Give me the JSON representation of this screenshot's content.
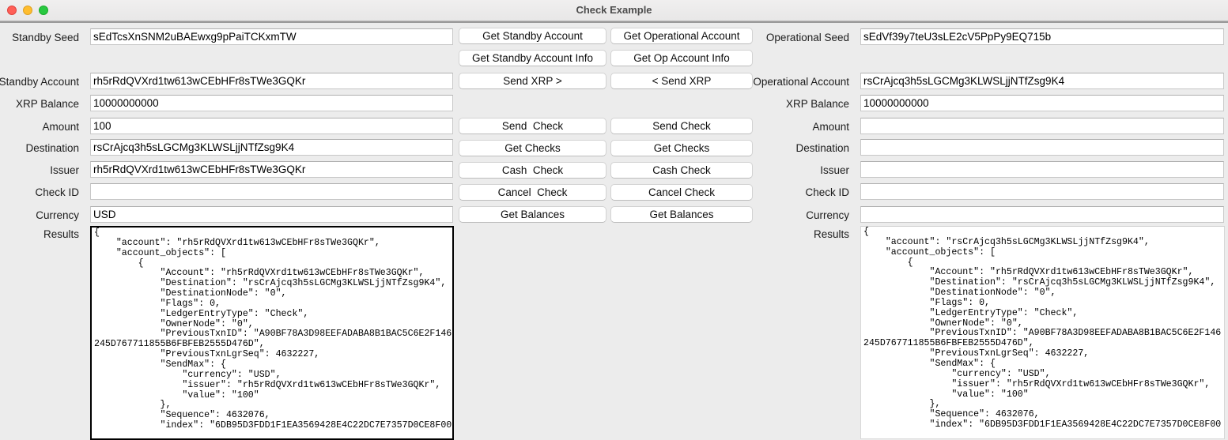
{
  "window": {
    "title": "Check Example",
    "traffic_lights": [
      "close-button",
      "minimize-button",
      "zoom-button"
    ],
    "colors": {
      "close": "#ff5f57",
      "minimize": "#ffbd2e",
      "zoom": "#28c840",
      "background": "#ececec",
      "field_background": "#ffffff",
      "focus_border": "#000000"
    }
  },
  "standby": {
    "labels": {
      "seed": "Standby Seed",
      "account": "Standby Account",
      "xrp_balance": "XRP Balance",
      "amount": "Amount",
      "destination": "Destination",
      "issuer": "Issuer",
      "check_id": "Check ID",
      "currency": "Currency",
      "results": "Results"
    },
    "values": {
      "seed": "sEdTcsXnSNM2uBAEwxg9pPaiTCKxmTW",
      "account": "rh5rRdQVXrd1tw613wCEbHFr8sTWe3GQKr",
      "xrp_balance": "10000000000",
      "amount": "100",
      "destination": "rsCrAjcq3h5sLGCMg3KLWSLjjNTfZsg9K4",
      "issuer": "rh5rRdQVXrd1tw613wCEbHFr8sTWe3GQKr",
      "check_id": "",
      "currency": "USD"
    },
    "results": "{\n    \"account\": \"rh5rRdQVXrd1tw613wCEbHFr8sTWe3GQKr\",\n    \"account_objects\": [\n        {\n            \"Account\": \"rh5rRdQVXrd1tw613wCEbHFr8sTWe3GQKr\",\n            \"Destination\": \"rsCrAjcq3h5sLGCMg3KLWSLjjNTfZsg9K4\",\n            \"DestinationNode\": \"0\",\n            \"Flags\": 0,\n            \"LedgerEntryType\": \"Check\",\n            \"OwnerNode\": \"0\",\n            \"PreviousTxnID\": \"A90BF78A3D98EEFADABA8B1BAC5C6E2F146\n245D767711855B6FBFEB2555D476D\",\n            \"PreviousTxnLgrSeq\": 4632227,\n            \"SendMax\": {\n                \"currency\": \"USD\",\n                \"issuer\": \"rh5rRdQVXrd1tw613wCEbHFr8sTWe3GQKr\",\n                \"value\": \"100\"\n            },\n            \"Sequence\": 4632076,\n            \"index\": \"6DB95D3FDD1F1EA3569428E4C22DC7E7357D0CE8F00"
  },
  "operational": {
    "labels": {
      "seed": "Operational Seed",
      "account": "Operational Account",
      "xrp_balance": "XRP Balance",
      "amount": "Amount",
      "destination": "Destination",
      "issuer": "Issuer",
      "check_id": "Check ID",
      "currency": "Currency",
      "results": "Results"
    },
    "values": {
      "seed": "sEdVf39y7teU3sLE2cV5PpPy9EQ715b",
      "account": "rsCrAjcq3h5sLGCMg3KLWSLjjNTfZsg9K4",
      "xrp_balance": "10000000000",
      "amount": "",
      "destination": "",
      "issuer": "",
      "check_id": "",
      "currency": ""
    },
    "results": "{\n    \"account\": \"rsCrAjcq3h5sLGCMg3KLWSLjjNTfZsg9K4\",\n    \"account_objects\": [\n        {\n            \"Account\": \"rh5rRdQVXrd1tw613wCEbHFr8sTWe3GQKr\",\n            \"Destination\": \"rsCrAjcq3h5sLGCMg3KLWSLjjNTfZsg9K4\",\n            \"DestinationNode\": \"0\",\n            \"Flags\": 0,\n            \"LedgerEntryType\": \"Check\",\n            \"OwnerNode\": \"0\",\n            \"PreviousTxnID\": \"A90BF78A3D98EEFADABA8B1BAC5C6E2F146\n245D767711855B6FBFEB2555D476D\",\n            \"PreviousTxnLgrSeq\": 4632227,\n            \"SendMax\": {\n                \"currency\": \"USD\",\n                \"issuer\": \"rh5rRdQVXrd1tw613wCEbHFr8sTWe3GQKr\",\n                \"value\": \"100\"\n            },\n            \"Sequence\": 4632076,\n            \"index\": \"6DB95D3FDD1F1EA3569428E4C22DC7E7357D0CE8F00"
  },
  "buttons": {
    "left": {
      "get_account": "Get Standby Account",
      "get_account_info": "Get Standby Account Info",
      "send_xrp": "Send XRP >",
      "send_check": "Send  Check",
      "get_checks": "Get Checks",
      "cash_check": "Cash  Check",
      "cancel_check": "Cancel  Check",
      "get_balances": "Get Balances"
    },
    "right": {
      "get_account": "Get Operational Account",
      "get_account_info": "Get Op Account Info",
      "send_xrp": "< Send XRP",
      "send_check": "Send Check",
      "get_checks": "Get Checks",
      "cash_check": "Cash Check",
      "cancel_check": "Cancel Check",
      "get_balances": "Get Balances"
    }
  }
}
